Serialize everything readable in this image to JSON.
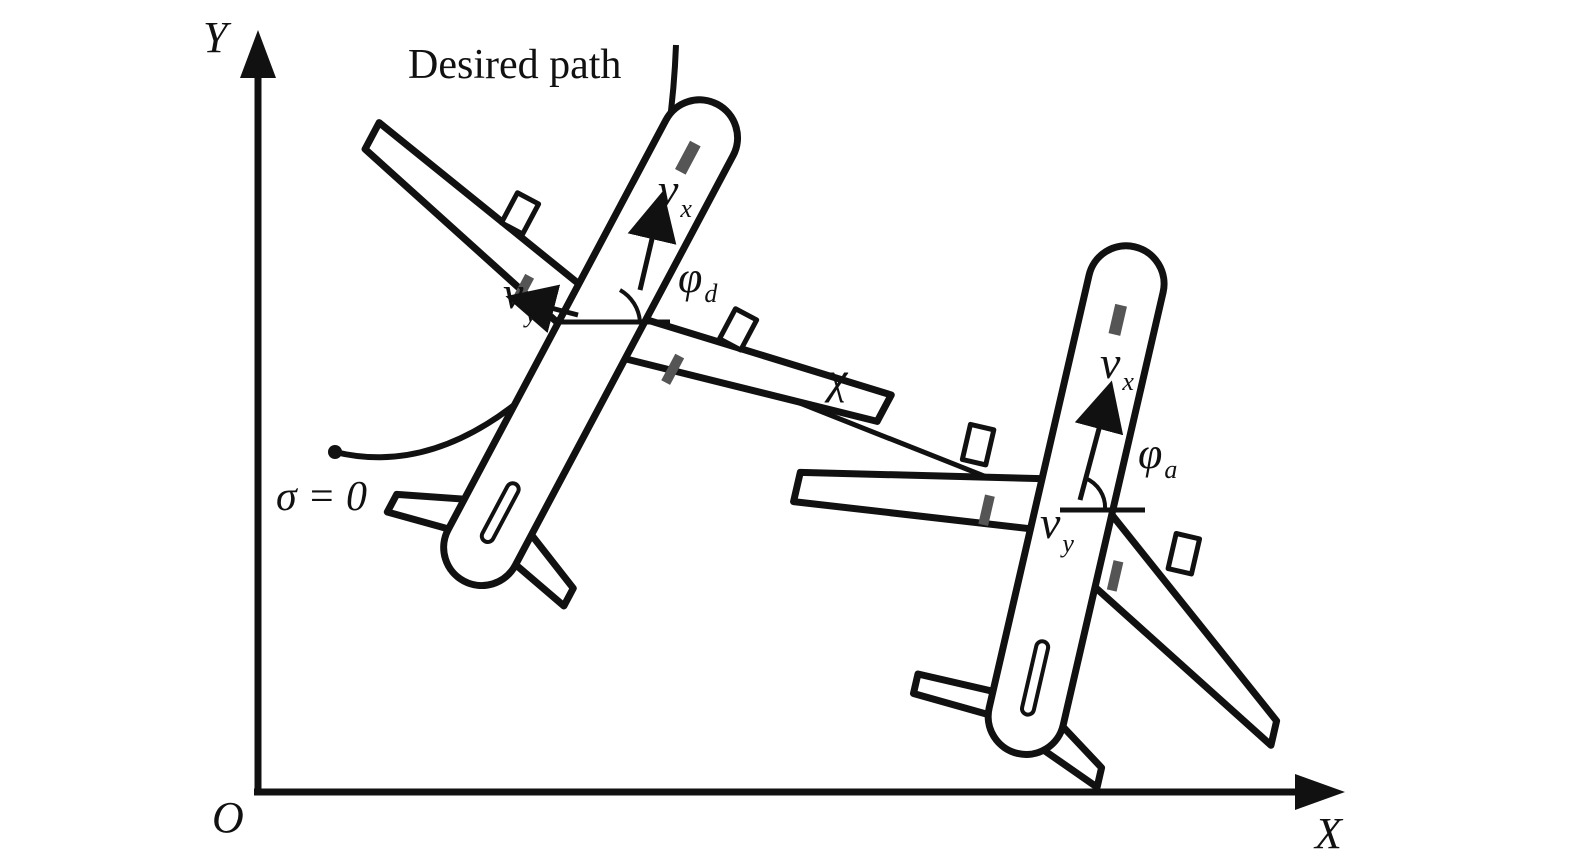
{
  "colors": {
    "ink": "#111111",
    "engine": "#555555",
    "background": "#ffffff"
  },
  "axes": {
    "origin": "O",
    "x": "X",
    "y": "Y"
  },
  "labels": {
    "desired_path": "Desired path",
    "sigma_zero": "σ = 0",
    "chi": "χ",
    "desired_aircraft": {
      "vx": "v",
      "vx_sub": "x",
      "vy": "v",
      "vy_sub": "y",
      "phi": "φ",
      "phi_sub": "d"
    },
    "actual_aircraft": {
      "vx": "v",
      "vx_sub": "x",
      "vy": "v",
      "vy_sub": "y",
      "phi": "φ",
      "phi_sub": "a"
    }
  },
  "icons": [
    "aircraft-desired-icon",
    "aircraft-actual-icon",
    "arrow-head-icon"
  ]
}
